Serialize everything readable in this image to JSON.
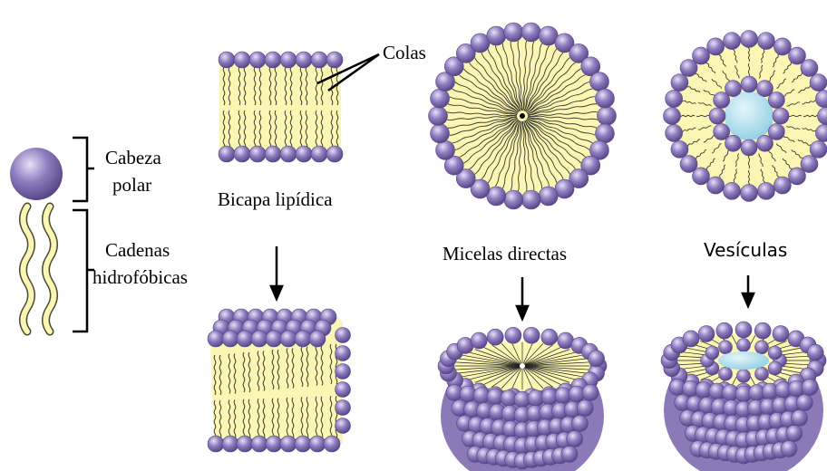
{
  "labels": {
    "tails": "Colas",
    "head_line1": "Cabeza",
    "head_line2": "polar",
    "chains_line1": "Cadenas",
    "chains_line2": "hidrofóbicas",
    "bilayer": "Bicapa lipídica",
    "micelles": "Micelas directas",
    "vesicles": "Vesículas"
  },
  "colors": {
    "head": "#8c7ab8",
    "head_dark": "#5a4787",
    "head_light": "#ddd6f0",
    "tail_fill": "#fbf6b4",
    "tail_line": "#3a3a2a",
    "core": "#a9dcea",
    "line": "#000000"
  }
}
